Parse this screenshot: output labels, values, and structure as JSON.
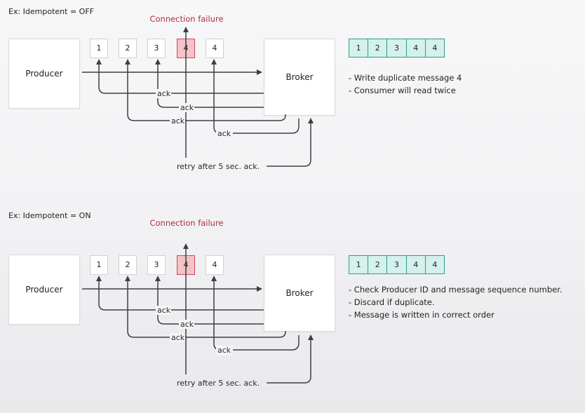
{
  "diagrams": [
    {
      "id": "off",
      "title": "Ex: Idempotent = OFF",
      "failure_label": "Connection failure",
      "producer_label": "Producer",
      "broker_label": "Broker",
      "messages": [
        "1",
        "2",
        "3",
        "4",
        "4"
      ],
      "failed_message_index": 3,
      "ack_label": "ack",
      "retry_label": "retry after 5 sec. ack.",
      "queue": [
        "1",
        "2",
        "3",
        "4",
        "4"
      ],
      "notes": [
        "- Write duplicate message 4",
        "- Consumer will read twice"
      ],
      "colors": {
        "failure": "#b22d3c",
        "queue_fill": "#d4f1ec",
        "queue_border": "#2c9a8e",
        "failed_fill": "#f3c3c8"
      }
    },
    {
      "id": "on",
      "title": "Ex: Idempotent = ON",
      "failure_label": "Connection failure",
      "producer_label": "Producer",
      "broker_label": "Broker",
      "messages": [
        "1",
        "2",
        "3",
        "4",
        "4"
      ],
      "failed_message_index": 3,
      "ack_label": "ack",
      "retry_label": "retry after 5 sec. ack.",
      "queue": [
        "1",
        "2",
        "3",
        "4",
        "4"
      ],
      "notes": [
        "- Check  Producer ID and message sequence number.",
        "- Discard if duplicate.",
        "- Message is written in correct order"
      ],
      "colors": {
        "failure": "#b22d3c",
        "queue_fill": "#d4f1ec",
        "queue_border": "#2c9a8e",
        "failed_fill": "#f3c3c8"
      }
    }
  ]
}
